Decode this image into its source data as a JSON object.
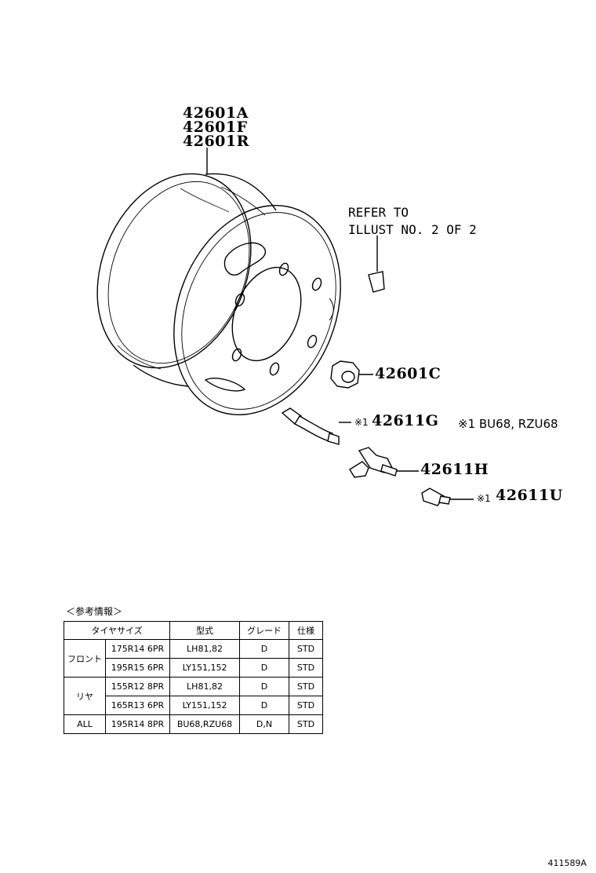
{
  "labels": {
    "wheel_a": "42601A",
    "wheel_f": "42601F",
    "wheel_r": "42601R",
    "refer_1": "REFER TO",
    "refer_2": "ILLUST NO. 2 OF 2",
    "nut": "42601C",
    "valve_g": "42611G",
    "valve_g_mark": "※1",
    "note": "※1 BU68, RZU68",
    "clamp": "42611H",
    "valve_u": "42611U",
    "valve_u_mark": "※1"
  },
  "reference": {
    "title": "＜参考情報＞",
    "headers": [
      "タイヤサイズ",
      "型式",
      "グレード",
      "仕様"
    ],
    "groups": [
      {
        "name": "フロント",
        "rows": [
          {
            "size": "175R14 6PR",
            "model": "LH81,82",
            "grade": "D",
            "spec": "STD"
          },
          {
            "size": "195R15 6PR",
            "model": "LY151,152",
            "grade": "D",
            "spec": "STD"
          }
        ]
      },
      {
        "name": "リヤ",
        "rows": [
          {
            "size": "155R12 8PR",
            "model": "LH81,82",
            "grade": "D",
            "spec": "STD"
          },
          {
            "size": "165R13 6PR",
            "model": "LY151,152",
            "grade": "D",
            "spec": "STD"
          }
        ]
      },
      {
        "name": "ALL",
        "rows": [
          {
            "size": "195R14 8PR",
            "model": "BU68,RZU68",
            "grade": "D,N",
            "spec": "STD"
          }
        ]
      }
    ]
  },
  "footer": {
    "code": "411589A"
  }
}
